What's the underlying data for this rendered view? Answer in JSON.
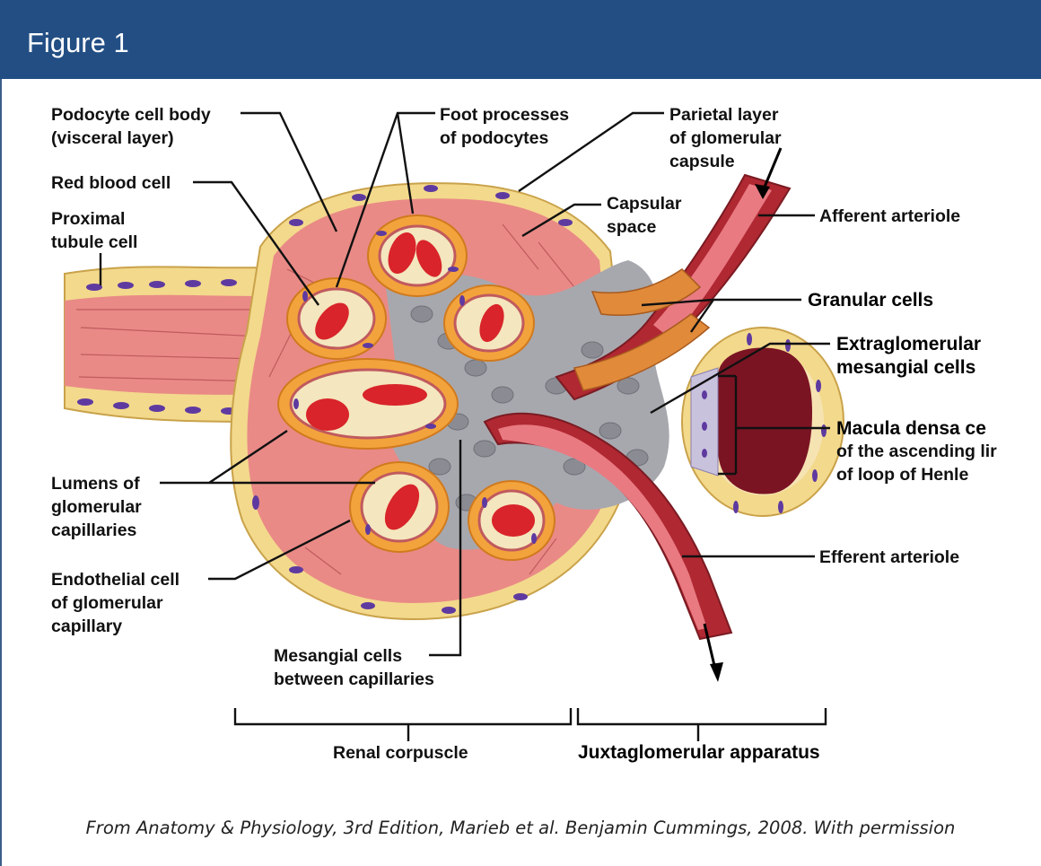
{
  "figure": {
    "title": "Figure 1",
    "caption": "From Anatomy & Physiology, 3rd Edition, Marieb et al. Benjamin Cummings, 2008. With permission"
  },
  "labels": {
    "podocyte_cell_body": [
      "Podocyte cell body",
      "(visceral layer)"
    ],
    "foot_processes": [
      "Foot processes",
      "of podocytes"
    ],
    "parietal_layer": [
      "Parietal layer",
      "of glomerular",
      "capsule"
    ],
    "red_blood_cell": [
      "Red blood cell"
    ],
    "capsular_space": [
      "Capsular",
      "space"
    ],
    "afferent_arteriole": [
      "Afferent arteriole"
    ],
    "proximal_tubule": [
      "Proximal",
      "tubule cell"
    ],
    "granular_cells": [
      "Granular cells"
    ],
    "extraglomerular": [
      "Extraglomerular",
      "mesangial cells"
    ],
    "macula_densa": [
      "Macula densa ce",
      "of the ascending lir",
      "of loop of Henle"
    ],
    "lumens": [
      "Lumens of",
      "glomerular",
      "capillaries"
    ],
    "efferent_arteriole": [
      "Efferent arteriole"
    ],
    "endothelial": [
      "Endothelial cell",
      "of glomerular",
      "capillary"
    ],
    "mesangial": [
      "Mesangial cells",
      "between capillaries"
    ],
    "renal_corpuscle": [
      "Renal corpuscle"
    ],
    "juxtaglomerular": [
      "Juxtaglomerular apparatus"
    ]
  },
  "colors": {
    "header_bg": "#224e84",
    "capsule_yellow": "#f3d98c",
    "tissue_pink": "#e98a86",
    "rbc_red": "#d8242a",
    "podocyte_orange": "#f3a33c",
    "mesangial_gray": "#a7a8ae",
    "nucleus_purple": "#5e3aa0",
    "vessel_red": "#b02832"
  }
}
